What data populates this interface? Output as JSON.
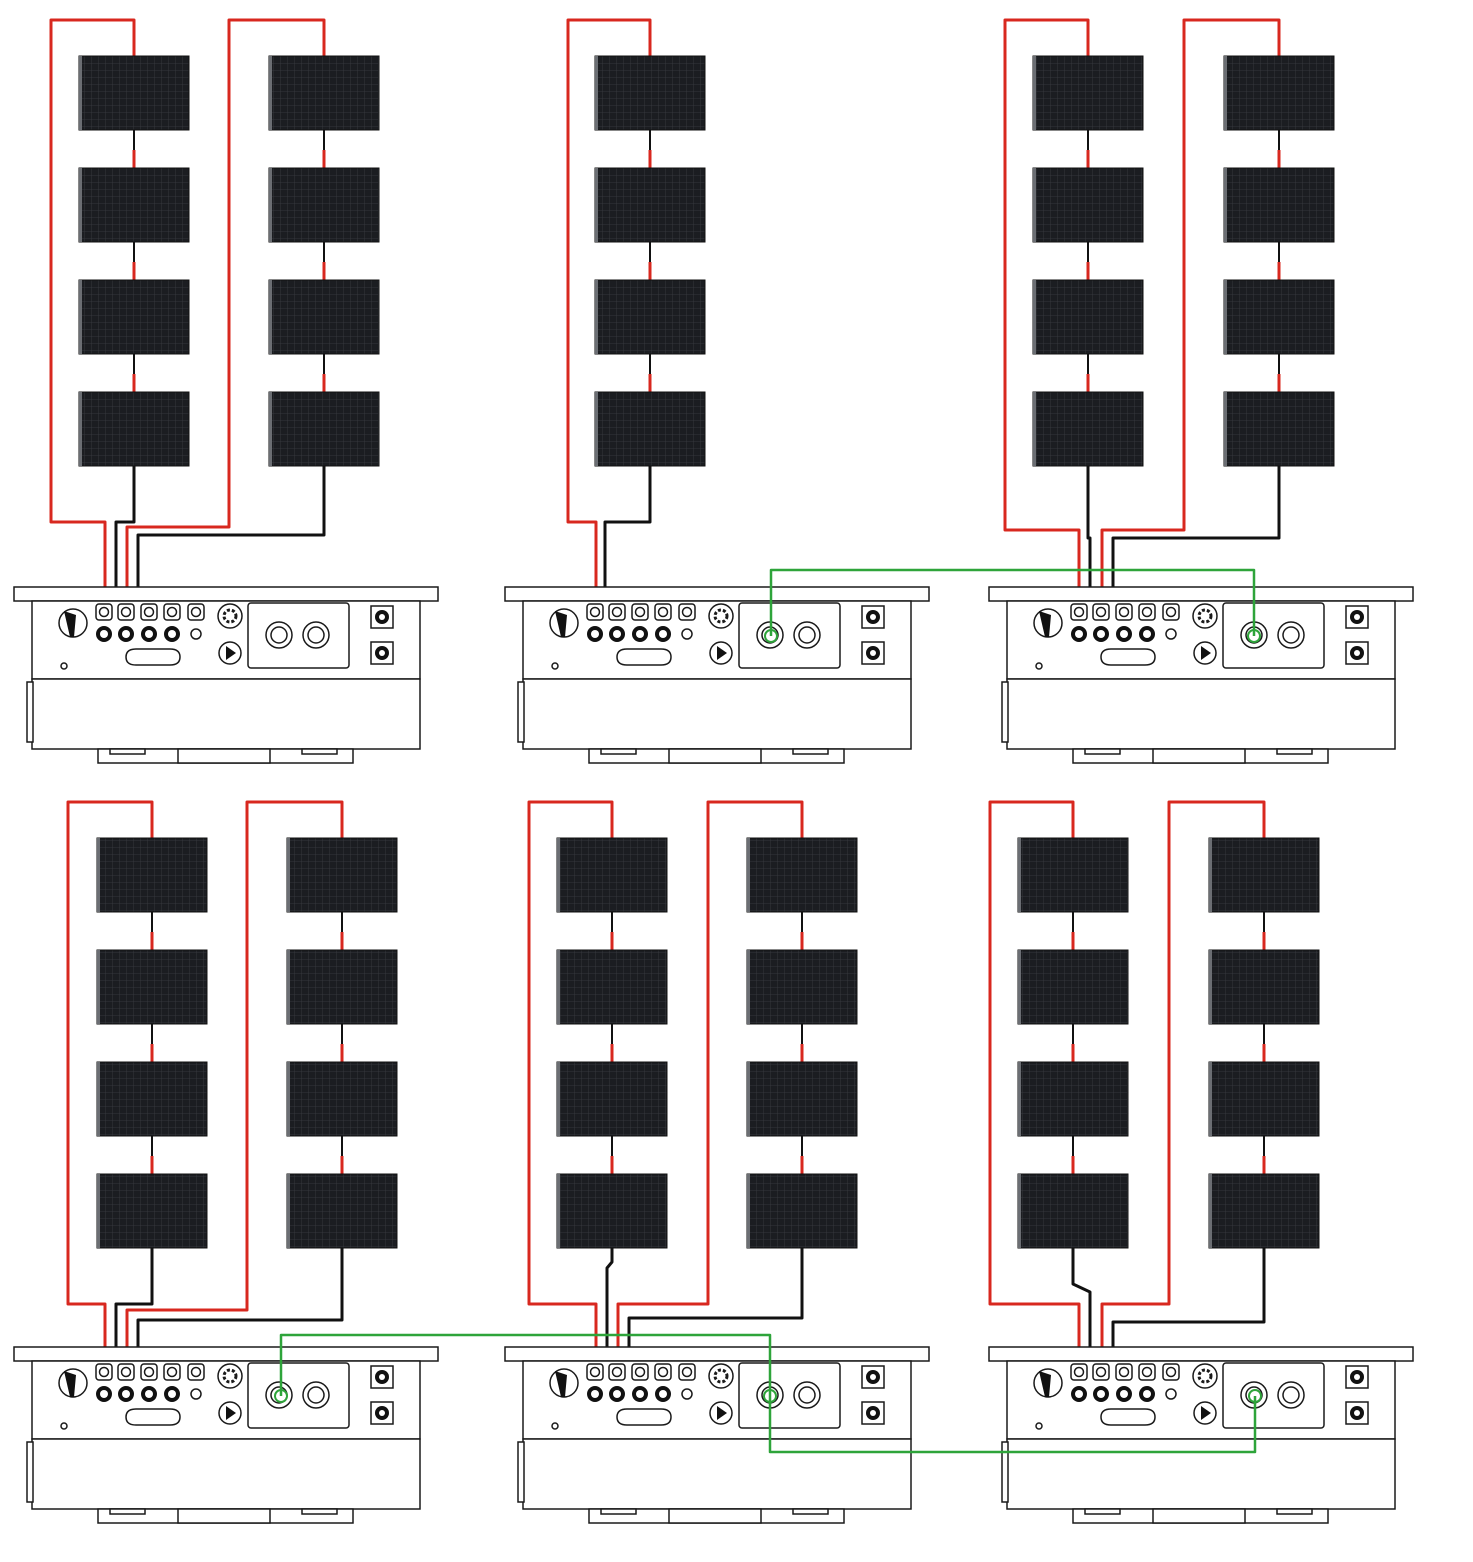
{
  "diagram": {
    "description_visible_text": [],
    "colors": {
      "positive_wire": "#d8281f",
      "negative_wire": "#111111",
      "comm_wire": "#2ea43a",
      "panel": "#1b1d21",
      "panel_grid": "#3a3d42",
      "inverter_outline": "#1a1a1a",
      "background": "#ffffff"
    },
    "inverters": [
      {
        "id": "inv-top-left",
        "strings": 2,
        "panels_per_string": 4,
        "comm_link": false
      },
      {
        "id": "inv-top-middle",
        "strings": 1,
        "panels_per_string": 4,
        "comm_link": true
      },
      {
        "id": "inv-top-right",
        "strings": 2,
        "panels_per_string": 4,
        "comm_link": true
      },
      {
        "id": "inv-bottom-left",
        "strings": 2,
        "panels_per_string": 4,
        "comm_link": true
      },
      {
        "id": "inv-bottom-middle",
        "strings": 2,
        "panels_per_string": 4,
        "comm_link": true
      },
      {
        "id": "inv-bottom-right",
        "strings": 2,
        "panels_per_string": 4,
        "comm_link": true
      }
    ],
    "icons": {
      "panel": "solar-panel-icon",
      "inverter": "inverter-icon",
      "dc_switch": "dc-switch-icon",
      "mc4": "mc4-connector-icon",
      "comm_port": "communication-port-icon",
      "ac_terminal": "ac-terminal-icon"
    }
  }
}
